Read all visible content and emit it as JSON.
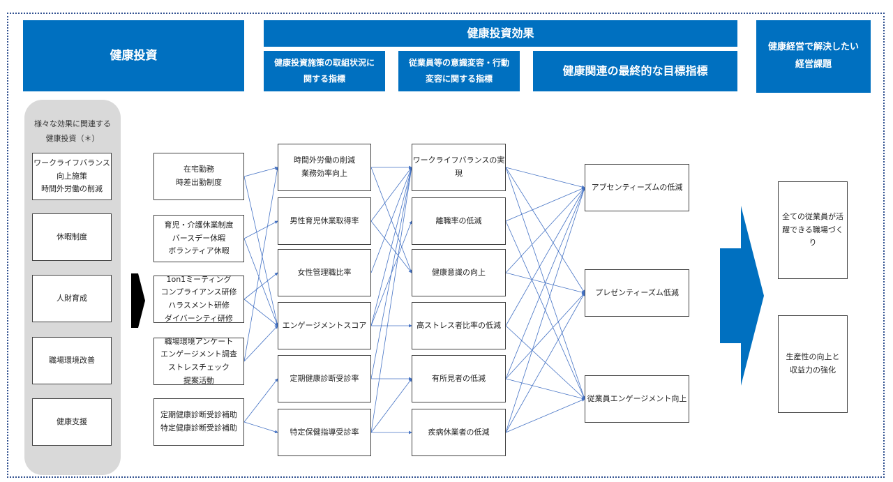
{
  "headers": {
    "investment": "健康投資",
    "effect": "健康投資効果",
    "effect_sub1": "健康投資施策の取組状況に\n関する指標",
    "effect_sub2": "従業員等の意識変容・行動\n変容に関する指標",
    "effect_sub3": "健康関連の最終的な目標指標",
    "issue": "健康経営で解決したい\n経営課題"
  },
  "panel": {
    "note": "様々な効果に関連する\n健康投資（＊）",
    "items": [
      "ワークライフバランス\n向上施策\n時間外労働の削減",
      "休暇制度",
      "人財育成",
      "職場環境改善",
      "健康支援"
    ]
  },
  "measures": [
    "在宅勤務\n時差出勤制度",
    "育児・介護休業制度\nバースデー休暇\nボランティア休暇",
    "1on1ミーティング\nコンプライアンス研修\nハラスメント研修\nダイバーシティ研修",
    "職場環境アンケート\nエンゲージメント調査\nストレスチェック\n提案活動",
    "定期健康診断受診補助\n特定健康診断受診補助"
  ],
  "indicators": [
    "時間外労働の削減\n業務効率向上",
    "男性育児休業取得率",
    "女性管理職比率",
    "エンゲージメントスコア",
    "定期健康診断受診率",
    "特定保健指導受診率"
  ],
  "behaviors": [
    "ワークライフバランスの実現",
    "離職率の低減",
    "健康意識の向上",
    "高ストレス者比率の低減",
    "有所見者の低減",
    "疾病休業者の低減"
  ],
  "goals": [
    "アブセンティーズムの低減",
    "プレゼンティーズム低減",
    "従業員エンゲージメント向上"
  ],
  "issues": [
    "全ての従業員が活\n躍できる職場づくり",
    "生産性の向上と\n収益力の強化"
  ],
  "colors": {
    "header": "#0070c0",
    "connector": "#4472c4",
    "panel": "#d9d9d9"
  }
}
